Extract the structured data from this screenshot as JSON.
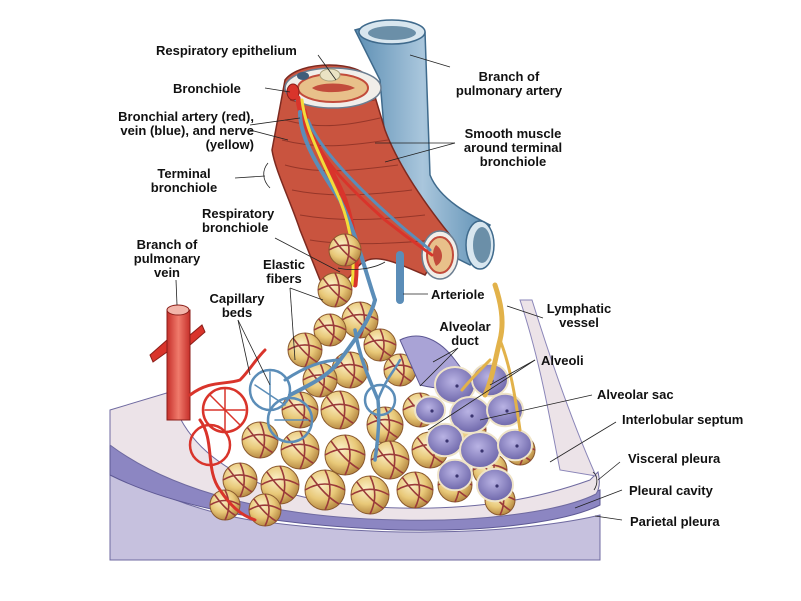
{
  "diagram": {
    "subject": "Lung lobule anatomy: bronchiole, alveoli and pleura",
    "colors": {
      "artery_red": "#d9342b",
      "vein_blue": "#5b8db8",
      "pulmonary_artery_blue": "#7ea6c4",
      "nerve_yellow": "#f2dc3a",
      "alveoli_tan": "#e8c878",
      "elastic_fiber": "#9b3a3a",
      "alveolar_sac_purple": "#8f87c8",
      "pleura_lavender": "#b7b2d8",
      "septum_pink": "#ece3e8",
      "muscle_red": "#c9543f",
      "lymphatic_yellow": "#e2b24a"
    },
    "labels": {
      "respiratory_epithelium": [
        "Respiratory epithelium"
      ],
      "bronchiole": [
        "Bronchiole"
      ],
      "bronchial_vessels": [
        "Bronchial artery (red),",
        "vein (blue), and nerve",
        "(yellow)"
      ],
      "terminal_bronchiole": [
        "Terminal",
        "bronchiole"
      ],
      "branch_pulmonary_artery": [
        "Branch of",
        "pulmonary artery"
      ],
      "smooth_muscle": [
        "Smooth muscle",
        "around terminal",
        "bronchiole"
      ],
      "respiratory_bronchiole": [
        "Respiratory",
        "bronchiole"
      ],
      "branch_pulmonary_vein": [
        "Branch of",
        "pulmonary",
        "vein"
      ],
      "elastic_fibers": [
        "Elastic",
        "fibers"
      ],
      "capillary_beds": [
        "Capillary",
        "beds"
      ],
      "arteriole": [
        "Arteriole"
      ],
      "lymphatic_vessel": [
        "Lymphatic",
        "vessel"
      ],
      "alveolar_duct": [
        "Alveolar",
        "duct"
      ],
      "alveoli": [
        "Alveoli"
      ],
      "alveolar_sac": [
        "Alveolar sac"
      ],
      "interlobular_septum": [
        "Interlobular septum"
      ],
      "visceral_pleura": [
        "Visceral pleura"
      ],
      "pleural_cavity": [
        "Pleural cavity"
      ],
      "parietal_pleura": [
        "Parietal pleura"
      ]
    }
  }
}
